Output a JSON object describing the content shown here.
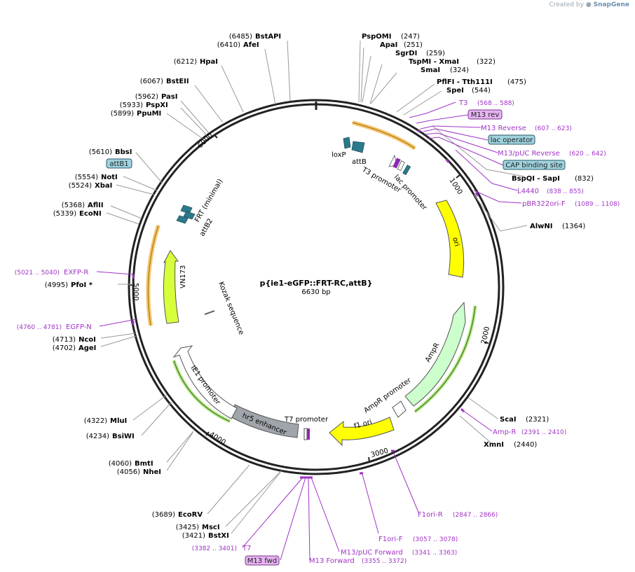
{
  "credit": {
    "prefix": "Created by",
    "brand": "SnapGene"
  },
  "title": "p{ie1-eGFP::FRT-RC,attB}",
  "length": "6630 bp",
  "ticks": [
    "1000",
    "2000",
    "3000",
    "4000",
    "5000",
    "6000"
  ],
  "colors": {
    "primer": "#a033c6",
    "enzyme": "#000000",
    "feature_yellow": "#ffff00",
    "feature_green": "#ccffcc",
    "misc_blue": "#2a7a8c",
    "promoter_grey": "#a0a4ab"
  },
  "enzymes": [
    {
      "name": "BstAPI",
      "pos": "(6485)"
    },
    {
      "name": "AfeI",
      "pos": "(6410)"
    },
    {
      "name": "HpaI",
      "pos": "(6212)"
    },
    {
      "name": "BstEII",
      "pos": "(6067)"
    },
    {
      "name": "PasI",
      "pos": "(5962)"
    },
    {
      "name": "PspXI",
      "pos": "(5933)"
    },
    {
      "name": "PpuMI",
      "pos": "(5899)"
    },
    {
      "name": "BbsI",
      "pos": "(5610)"
    },
    {
      "name": "NotI",
      "pos": "(5554)"
    },
    {
      "name": "XbaI",
      "pos": "(5524)"
    },
    {
      "name": "AflII",
      "pos": "(5368)"
    },
    {
      "name": "EcoNI",
      "pos": "(5339)"
    },
    {
      "name": "PfoI *",
      "pos": "(4995)"
    },
    {
      "name": "NcoI",
      "pos": "(4713)"
    },
    {
      "name": "AgeI",
      "pos": "(4702)"
    },
    {
      "name": "MluI",
      "pos": "(4322)"
    },
    {
      "name": "BsiWI",
      "pos": "(4234)"
    },
    {
      "name": "BmtI",
      "pos": "(4060)"
    },
    {
      "name": "NheI",
      "pos": "(4056)"
    },
    {
      "name": "EcoRV",
      "pos": "(3689)"
    },
    {
      "name": "MscI",
      "pos": "(3425)"
    },
    {
      "name": "BstXI",
      "pos": "(3421)"
    },
    {
      "name": "PspOMI",
      "pos": "(247)"
    },
    {
      "name": "ApaI",
      "pos": "(251)"
    },
    {
      "name": "SgrDI",
      "pos": "(259)"
    },
    {
      "name": "TspMI - XmaI",
      "pos": "(322)"
    },
    {
      "name": "SmaI",
      "pos": "(324)"
    },
    {
      "name": "PflFI - Tth111I",
      "pos": "(475)"
    },
    {
      "name": "SpeI",
      "pos": "(544)"
    },
    {
      "name": "BspQI - SapI",
      "pos": "(832)"
    },
    {
      "name": "AlwNI",
      "pos": "(1364)"
    },
    {
      "name": "ScaI",
      "pos": "(2321)"
    },
    {
      "name": "XmnI",
      "pos": "(2440)"
    }
  ],
  "primers": [
    {
      "name": "T3",
      "pos": "(568 .. 588)"
    },
    {
      "name": "M13 rev",
      "pos": ""
    },
    {
      "name": "M13 Reverse",
      "pos": "(607 .. 623)"
    },
    {
      "name": "M13/pUC Reverse",
      "pos": "(620 .. 642)"
    },
    {
      "name": "L4440",
      "pos": "(838 .. 855)"
    },
    {
      "name": "pBR322ori-F",
      "pos": "(1089 .. 1108)"
    },
    {
      "name": "Amp-R",
      "pos": "(2391 .. 2410)"
    },
    {
      "name": "F1ori-R",
      "pos": "(2847 .. 2866)"
    },
    {
      "name": "F1ori-F",
      "pos": "(3057 .. 3078)"
    },
    {
      "name": "M13/pUC Forward",
      "pos": "(3341 .. 3363)"
    },
    {
      "name": "M13 Forward",
      "pos": "(3355 .. 3372)"
    },
    {
      "name": "M13 fwd",
      "pos": ""
    },
    {
      "name": "T7",
      "pos": "(3382 .. 3401)"
    },
    {
      "name": "EGFP-N",
      "pos": "(4760 .. 4781)"
    },
    {
      "name": "EXFP-R",
      "pos": "(5021 .. 5040)"
    }
  ],
  "boxes": [
    "lac operator",
    "CAP binding site",
    "attB1"
  ],
  "features": [
    "ori",
    "AmpR",
    "AmpR promoter",
    "f1 ori",
    "T7 promoter",
    "hr5 enhancer",
    "IE1 promoter",
    "VN173",
    "Kozak sequence",
    "FRT (minimal)",
    "attB2",
    "loxP",
    "attB",
    "T3 promoter",
    "lac promoter"
  ]
}
